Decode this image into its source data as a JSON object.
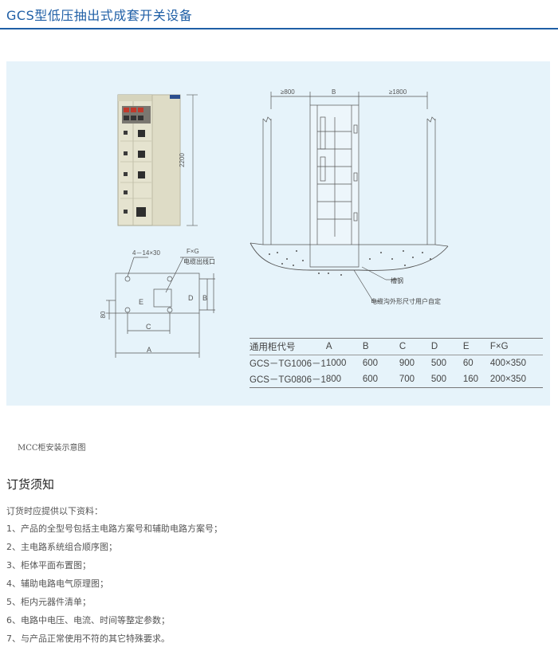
{
  "page": {
    "title": "GCS型低压抽出式成套开关设备",
    "accent_color": "#1f5fa6",
    "panel_background": "#e6f3fa"
  },
  "diagram": {
    "elevation_height": "2200",
    "front_clearance": "≥800",
    "back_clearance": "≥1800",
    "width_label": "B",
    "hole_label": "4－14×30",
    "fxg_label": "F×G",
    "cable_outlet_label": "电缆出线口",
    "dim_a": "A",
    "dim_b": "B",
    "dim_c": "C",
    "dim_d": "D",
    "dim_e": "E",
    "dim_80": "80",
    "channel_steel_label": "槽钢",
    "cable_trench_note": "电缆沟外形尺寸用户自定",
    "caption": "MCC柜安装示意图"
  },
  "spec_table": {
    "headers": [
      "通用柜代号",
      "A",
      "B",
      "C",
      "D",
      "E",
      "F×G"
    ],
    "rows": [
      [
        "GCS－TG1006－1",
        "1000",
        "600",
        "900",
        "500",
        "60",
        "400×350"
      ],
      [
        "GCS－TG0806－1",
        "800",
        "600",
        "700",
        "500",
        "160",
        "200×350"
      ]
    ]
  },
  "ordering": {
    "heading": "订货须知",
    "intro": "订货时应提供以下资料：",
    "items": [
      "1、产品的全型号包括主电路方案号和辅助电路方案号；",
      "2、主电路系统组合顺序图；",
      "3、柜体平面布置图；",
      "4、辅助电路电气原理图；",
      "5、柜内元器件清单；",
      "6、电路中电压、电流、时间等整定参数；",
      "7、与产品正常使用不符的其它特殊要求。"
    ]
  }
}
